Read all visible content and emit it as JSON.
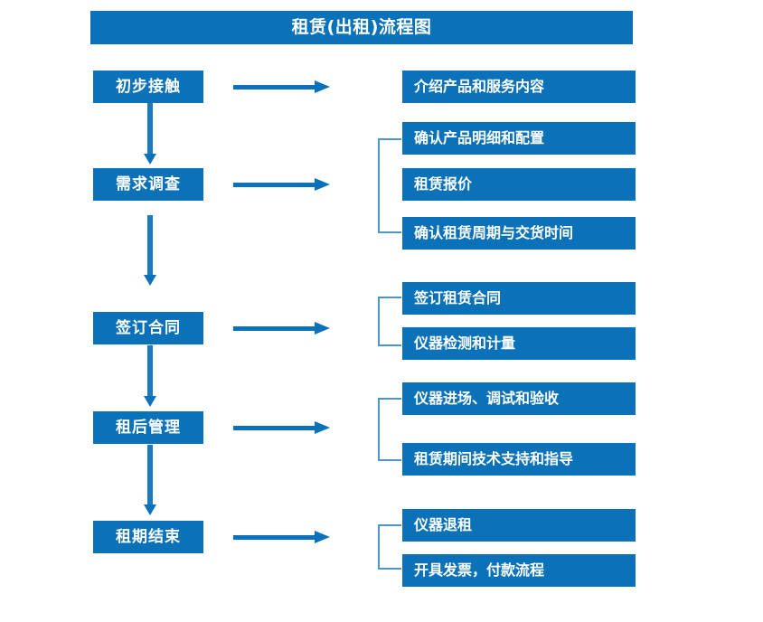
{
  "diagram": {
    "title": "租赁(出租)流程图",
    "theme": {
      "primary": "#0B72B9",
      "bracket": "#4E95C8",
      "arrow": "#0B72B9",
      "text_on_primary": "#FFFFFF",
      "background": "#FFFFFF"
    },
    "stages": [
      {
        "label": "初步接触",
        "details": [
          "介绍产品和服务内容"
        ]
      },
      {
        "label": "需求调查",
        "details": [
          "确认产品明细和配置",
          "租赁报价",
          "确认租赁周期与交货时间"
        ]
      },
      {
        "label": "签订合同",
        "details": [
          "签订租赁合同",
          "仪器检测和计量"
        ]
      },
      {
        "label": "租后管理",
        "details": [
          "仪器进场、调试和验收",
          "租赁期间技术支持和指导"
        ]
      },
      {
        "label": "租期结束",
        "details": [
          "仪器退租",
          "开具发票，付款流程"
        ]
      }
    ],
    "connector_icons": {
      "horizontal": "right-arrow-icon",
      "vertical": "down-arrow-icon",
      "group": "bracket-icon"
    }
  }
}
